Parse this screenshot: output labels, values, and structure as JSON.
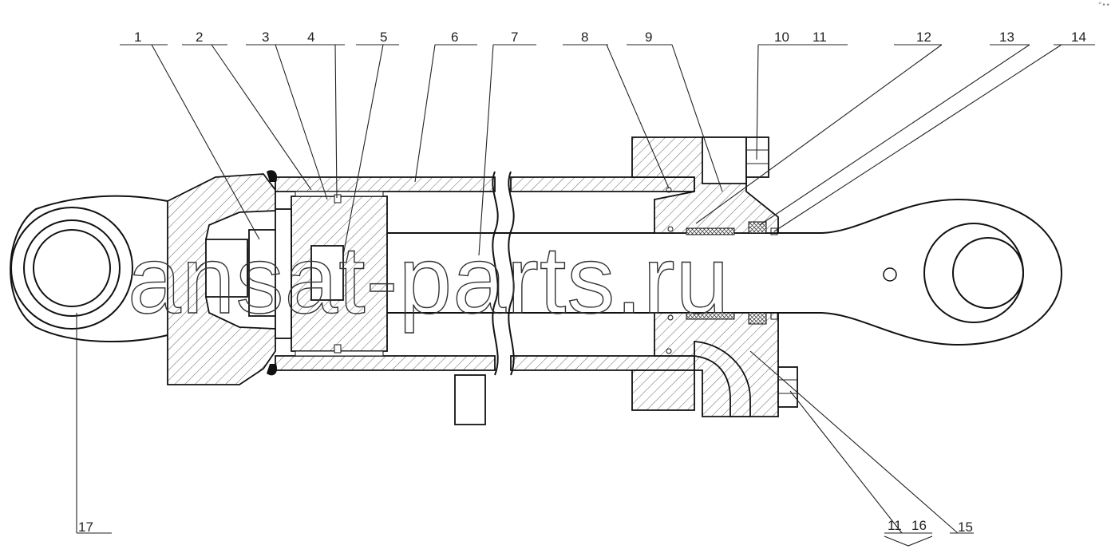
{
  "callouts": {
    "c1": "1",
    "c2": "2",
    "c3": "3",
    "c4": "4",
    "c5": "5",
    "c6": "6",
    "c7": "7",
    "c8": "8",
    "c9": "9",
    "c10": "10",
    "c11": "11",
    "c12": "12",
    "c13": "13",
    "c14": "14",
    "c15": "15",
    "c16": "16",
    "c17": "17",
    "c11b": "11"
  },
  "watermark": "ansat-parts.ru",
  "corner_mark": "°••"
}
